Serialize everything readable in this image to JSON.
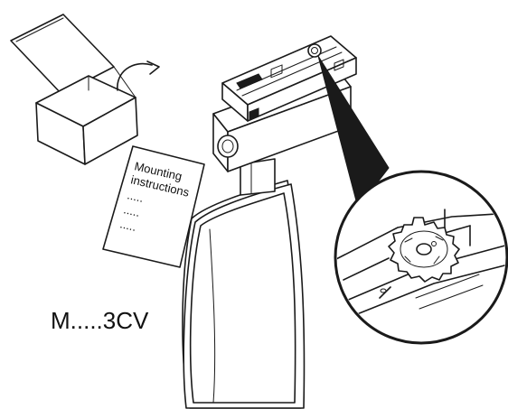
{
  "instructions_sheet": {
    "title_line1": "Mounting",
    "title_line2": "instructions",
    "dots": [
      ".....",
      ".....",
      "....."
    ]
  },
  "model_label": "M.....3CV",
  "icons": {
    "box": "open-box-icon",
    "unpack_arrow": "curved-arrow-icon",
    "sheet": "document-icon",
    "adapter": "track-adapter-icon",
    "spotlight": "spotlight-icon",
    "gear": "gear-icon"
  }
}
